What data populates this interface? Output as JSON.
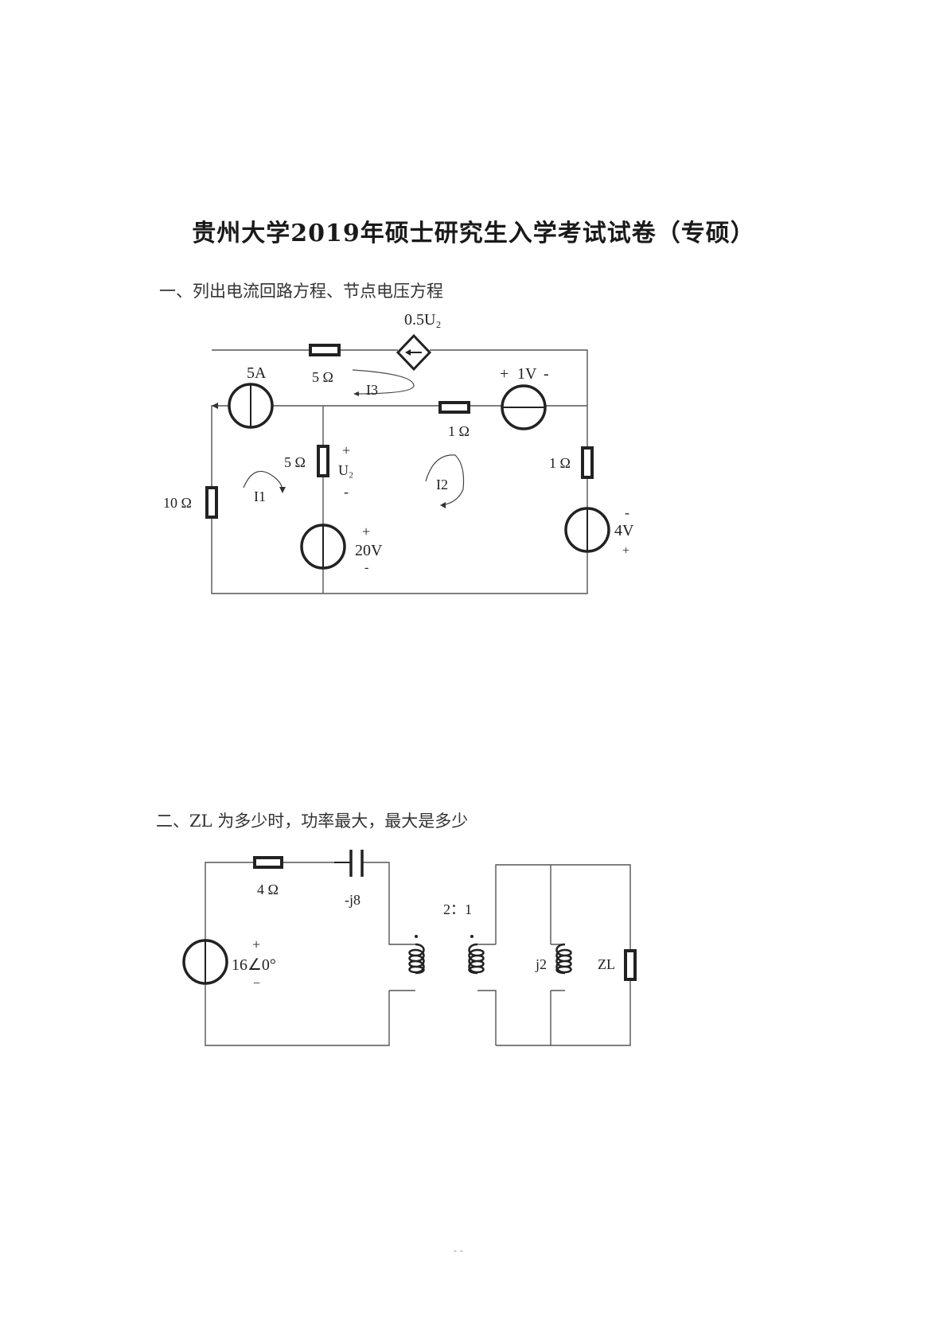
{
  "title": "贵州大学2019年硕士研究生入学考试试卷（专硕）",
  "question1": {
    "text": "一、列出电流回路方程、节点电压方程",
    "labels": {
      "dep_source": "0.5U₂",
      "current_source": "5A",
      "r_top": "5 Ω",
      "loop3": "I3",
      "v1_plus": "+",
      "v1": "1V",
      "v1_minus": "-",
      "r_mid": "1 Ω",
      "r_center": "5 Ω",
      "u2_plus": "+",
      "u2": "U₂",
      "u2_minus": "-",
      "loop1": "I1",
      "loop2": "I2",
      "r_right": "1 Ω",
      "r_left": "10 Ω",
      "v20_plus": "+",
      "v20": "20V",
      "v20_minus": "-",
      "v4_minus": "-",
      "v4": "4V",
      "v4_plus": "+"
    }
  },
  "question2": {
    "text": "二、ZL 为多少时，功率最大，最大是多少",
    "labels": {
      "r": "4 Ω",
      "c": "-j8",
      "ratio": "2：1",
      "src_plus": "+",
      "src": "16∠0°",
      "src_minus": "−",
      "inductor": "j2",
      "load": "ZL"
    }
  },
  "footer": "- -"
}
